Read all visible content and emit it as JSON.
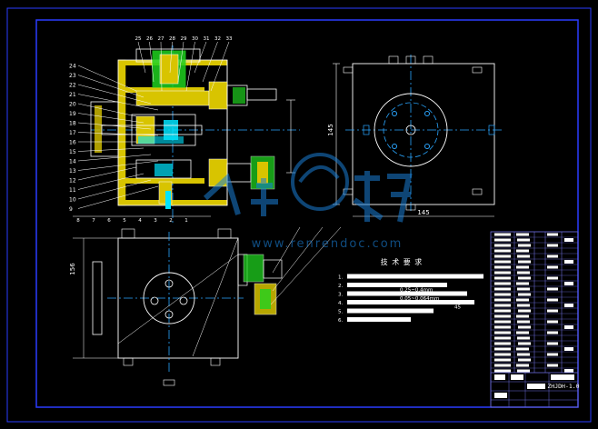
{
  "drawing": {
    "views": {
      "front": {
        "callouts_top": [
          "25",
          "26",
          "27",
          "28",
          "29",
          "30",
          "31",
          "32",
          "33"
        ],
        "callouts_left": [
          "24",
          "23",
          "22",
          "21",
          "20",
          "19",
          "18",
          "17",
          "16",
          "15",
          "14",
          "13",
          "12",
          "11",
          "10",
          "9"
        ],
        "callouts_bottom": [
          "8",
          "7",
          "6",
          "5",
          "4",
          "3",
          "2",
          "1"
        ]
      },
      "side": {
        "dimension_left": "145",
        "dimension_bottom": "145"
      },
      "top": {
        "dimension_left": "156"
      }
    },
    "tech_requirements": {
      "title": "技 术 要 求",
      "items": [
        {
          "num": "1.",
          "text": ""
        },
        {
          "num": "2.",
          "text": "0.25~0.4mm"
        },
        {
          "num": "3.",
          "text": "0.05~0.064mm"
        },
        {
          "num": "4.",
          "text": "45"
        },
        {
          "num": "5.",
          "text": ""
        },
        {
          "num": "6.",
          "text": ""
        }
      ]
    },
    "title_block": {
      "drawing_number": "ZHJDH-1.0"
    },
    "watermark": {
      "brand": "人人文库",
      "url": "www.renrendoc.com"
    }
  },
  "colors": {
    "background": "#000000",
    "frame": "#2a3cff",
    "outline": "#ffffff",
    "centerline": "#2aa6ff",
    "section_fill": "#d8c400",
    "green_part": "#1fd21f",
    "cyan_part": "#00e5ff",
    "table": "#6a6ad8"
  }
}
